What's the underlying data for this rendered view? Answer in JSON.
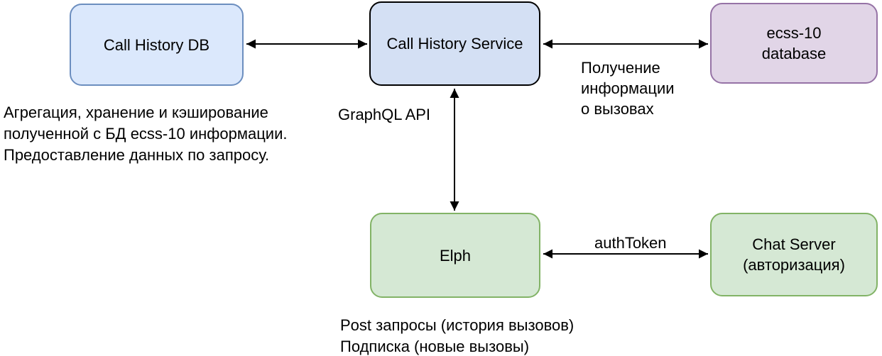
{
  "diagram": {
    "nodes": {
      "call_history_db": {
        "label": "Call History DB",
        "fill": "#dbe8fc",
        "border": "#6c8ebf"
      },
      "call_history_service": {
        "label": "Call History Service",
        "fill": "#d4e0f4",
        "border": "#000000"
      },
      "ecss10_database": {
        "label_line1": "ecss-10",
        "label_line2": "database",
        "fill": "#e1d5e7",
        "border": "#9673a6"
      },
      "elph": {
        "label": "Elph",
        "fill": "#d5e8d4",
        "border": "#82b366"
      },
      "chat_server": {
        "label_line1": "Chat Server",
        "label_line2": "(авторизация)",
        "fill": "#d5e8d4",
        "border": "#82b366"
      }
    },
    "edge_labels": {
      "graphql_api": "GraphQL API",
      "call_info_line1": "Получение",
      "call_info_line2": "информации",
      "call_info_line3": "о вызовах",
      "auth_token": "authToken"
    },
    "annotations": {
      "db_note_line1": "Агрегация, хранение и кэширование",
      "db_note_line2": "полученной с БД ecss-10 информации.",
      "db_note_line3": "Предоставление данных по запросу.",
      "elph_note_line1": "Post запросы (история вызовов)",
      "elph_note_line2": "Подписка (новые вызовы)"
    },
    "edge_color": "#000000"
  }
}
